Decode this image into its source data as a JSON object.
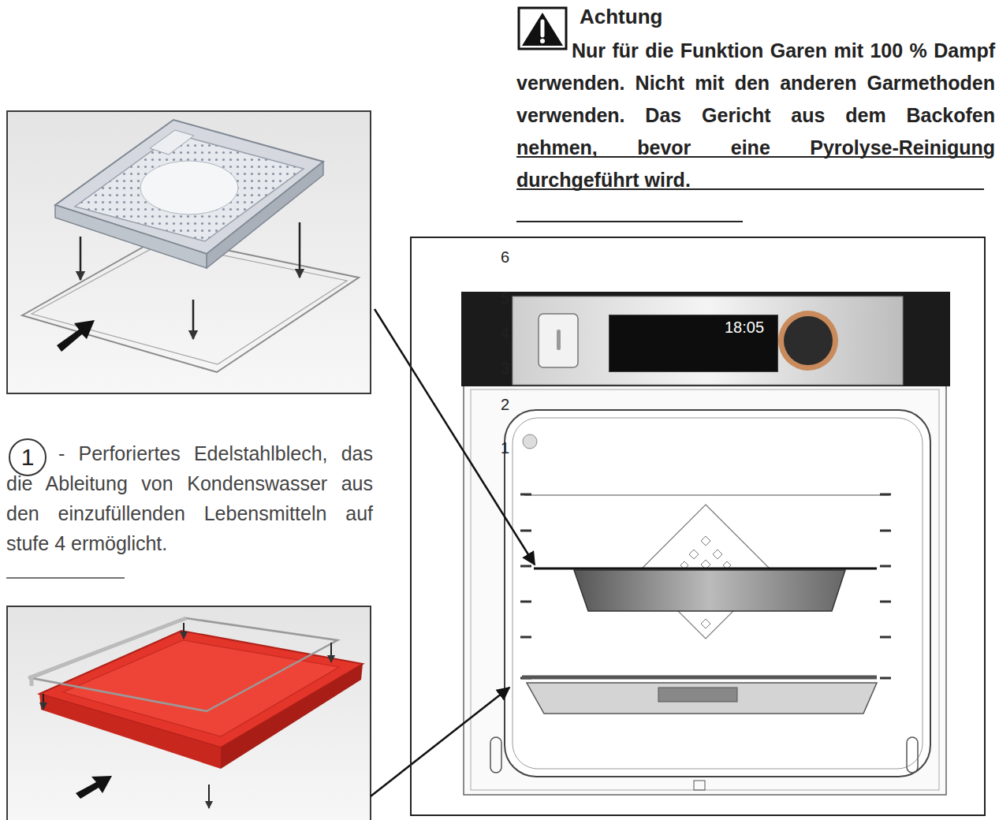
{
  "diagram": {
    "nodes": [
      {
        "text": [
          "1"
        ]
      },
      {
        "text": [
          "6",
          "5",
          "4",
          "3",
          "2",
          "1"
        ]
      },
      {
        "text": [
          "18:05"
        ],
        "in": 1
      }
    ],
    "labels": [
      "Achtung",
      "Nur für die Funktion Garen mit 100 % Dampf verwenden. Nicht mit den anderen Garmethoden verwenden. Das Gericht aus dem Backofen nehmen, bevor eine Pyrolyse-Reinigung durchgeführt wird.",
      "- Perforiertes Edelstahlblech, das die Ableitung von Kondenswasser aus den einzufüllenden Lebensmitteln auf stufe 4 ermöglicht."
    ]
  }
}
